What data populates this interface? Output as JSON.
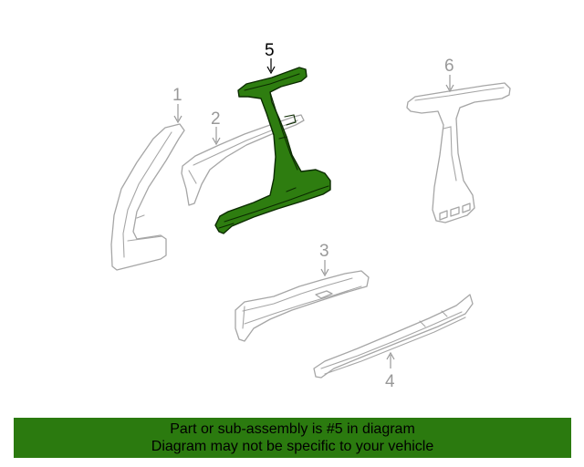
{
  "callouts": {
    "part1": "1",
    "part2": "2",
    "part3": "3",
    "part4": "4",
    "part5": "5",
    "part6": "6"
  },
  "highlighted_part": "5",
  "colors": {
    "highlight_fill": "#2e7d10",
    "banner_background": "#2b7a0f",
    "ghost_outline": "#a6a6a6"
  },
  "banner": {
    "line1": "Part or sub-assembly is #5 in diagram",
    "line2": "Diagram may not be specific to your vehicle"
  }
}
